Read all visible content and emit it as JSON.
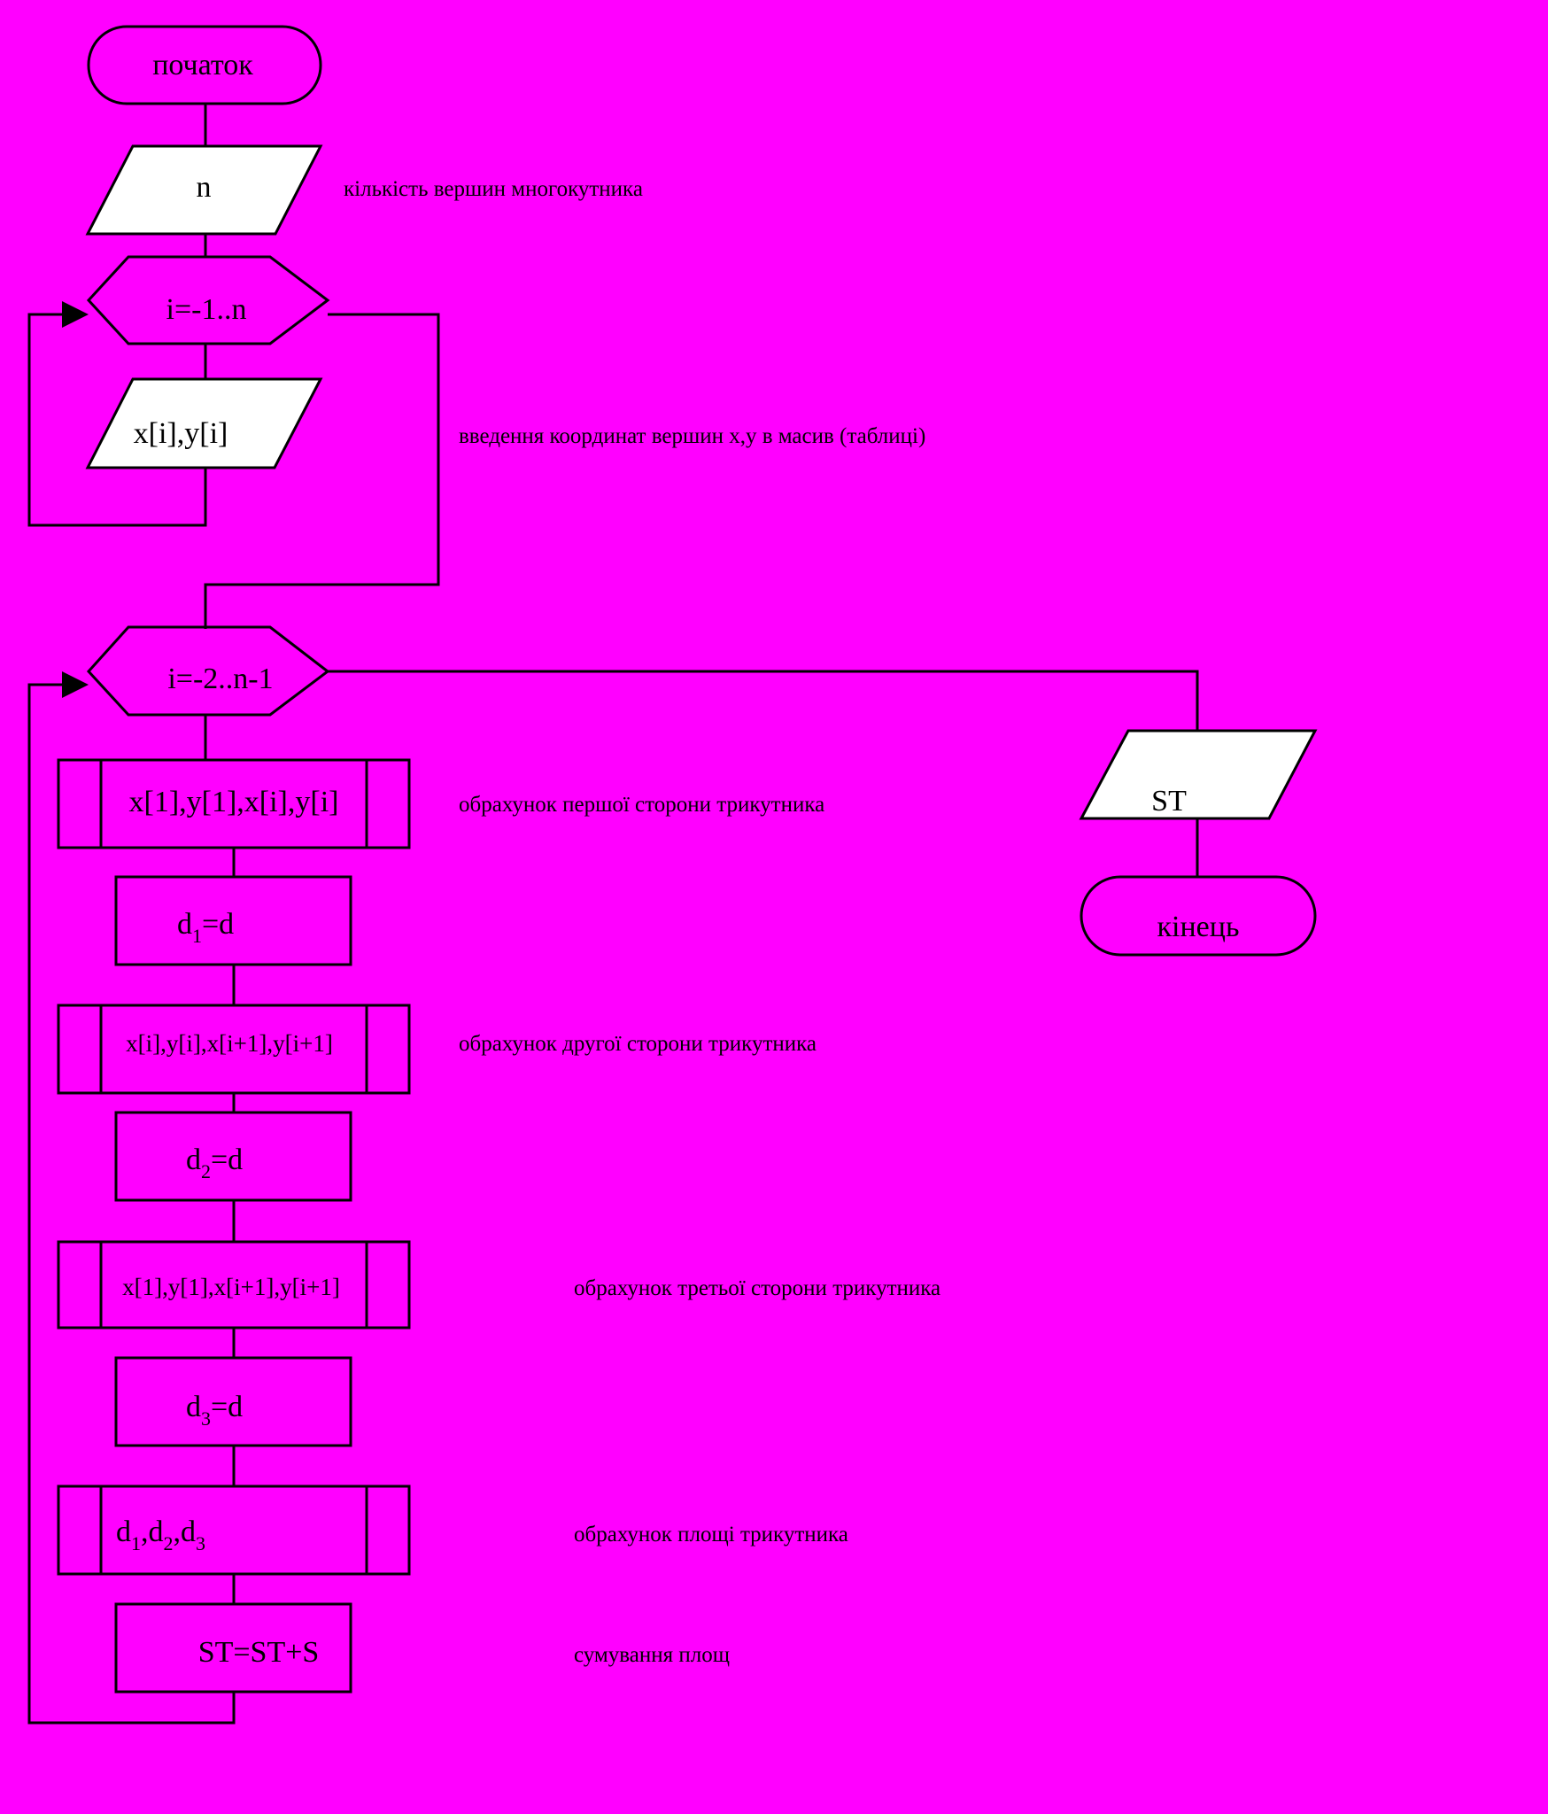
{
  "diagram": {
    "start": "початок",
    "input_n": "n",
    "note_n": "кількість вершин многокутника",
    "loop1": "i=-1..n",
    "input_xy": "x[i],y[i]",
    "note_xy": "введення координат вершин x,y в масив (таблиці)",
    "loop2": "i=-2..n-1",
    "proc1": "x[1],y[1],x[i],y[i]",
    "note_proc1": "обрахунок першої сторони трикутника",
    "assign1": {
      "base": "d",
      "sub": "1",
      "rest": "=d"
    },
    "proc2": "x[i],y[i],x[i+1],y[i+1]",
    "note_proc2": "обрахунок другої сторони трикутника",
    "assign2": {
      "base": "d",
      "sub": "2",
      "rest": "=d"
    },
    "proc3": "x[1],y[1],x[i+1],y[i+1]",
    "note_proc3": "обрахунок третьої сторони трикутника",
    "assign3": {
      "base": "d",
      "sub": "3",
      "rest": "=d"
    },
    "proc4": {
      "d": "d",
      "s1": "1",
      "s2": "2",
      "s3": "3",
      "comma": ","
    },
    "note_proc4": "обрахунок площі трикутника",
    "sum": "ST=ST+S",
    "note_sum": "сумування площ",
    "output": "ST",
    "end": "кінець"
  }
}
